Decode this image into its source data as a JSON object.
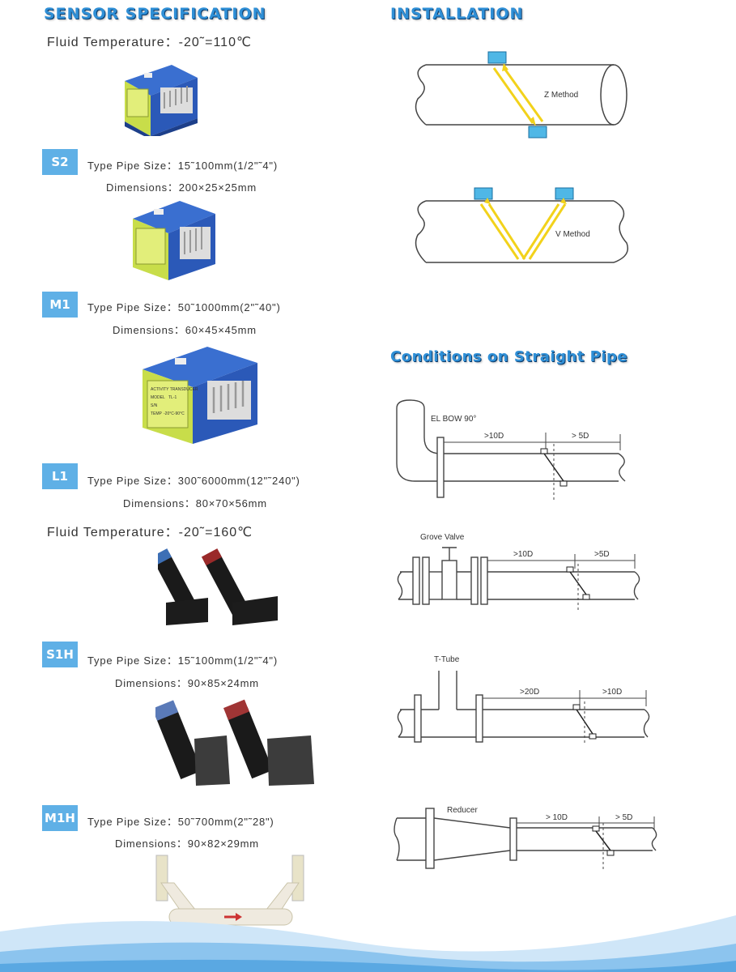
{
  "left": {
    "title": "SENSOR SPECIFICATION",
    "temp1": "Fluid Temperature：-20˜=110℃",
    "temp2": "Fluid Temperature：-20˜=160℃",
    "sensors": [
      {
        "code": "S2",
        "pipe": "Type Pipe Size：15˜100mm(1/2\"˜4\")",
        "dim": "Dimensions：200×25×25mm"
      },
      {
        "code": "M1",
        "pipe": "Type Pipe Size：50˜1000mm(2\"˜40\")",
        "dim": "Dimensions：60×45×45mm"
      },
      {
        "code": "L1",
        "pipe": "Type Pipe Size：300˜6000mm(12\"˜240\")",
        "dim": "Dimensions：80×70×56mm"
      },
      {
        "code": "S1H",
        "pipe": "Type Pipe Size：15˜100mm(1/2\"˜4\")",
        "dim": "Dimensions：90×85×24mm"
      },
      {
        "code": "M1H",
        "pipe": "Type Pipe Size：50˜700mm(2\"˜28\")",
        "dim": "Dimensions：90×82×29mm"
      }
    ],
    "label_text": {
      "l1": "ACTIVITY TRANSDUCER",
      "l2": "MODEL",
      "l3": "TL-1",
      "l4": "S/N",
      "l5": "TEMP",
      "l6": "-20°C-90°C"
    }
  },
  "right": {
    "installation_title": "INSTALLATION",
    "z_method": "Z Method",
    "v_method": "V Method",
    "conditions_title": "Conditions on Straight Pipe",
    "elbow": {
      "label": "EL BOW 90°",
      "up": ">10D",
      "down": "> 5D"
    },
    "valve": {
      "label": "Grove Valve",
      "up": ">10D",
      "down": ">5D"
    },
    "ttube": {
      "label": "T-Tube",
      "up": ">20D",
      "down": ">10D"
    },
    "reducer": {
      "label": "Reducer",
      "up": "> 10D",
      "down": "> 5D"
    }
  },
  "colors": {
    "accent": "#2f8fd6",
    "badge": "#5fb0e6",
    "arrow": "#f2d21b",
    "transducer": "#4fb7e6"
  }
}
